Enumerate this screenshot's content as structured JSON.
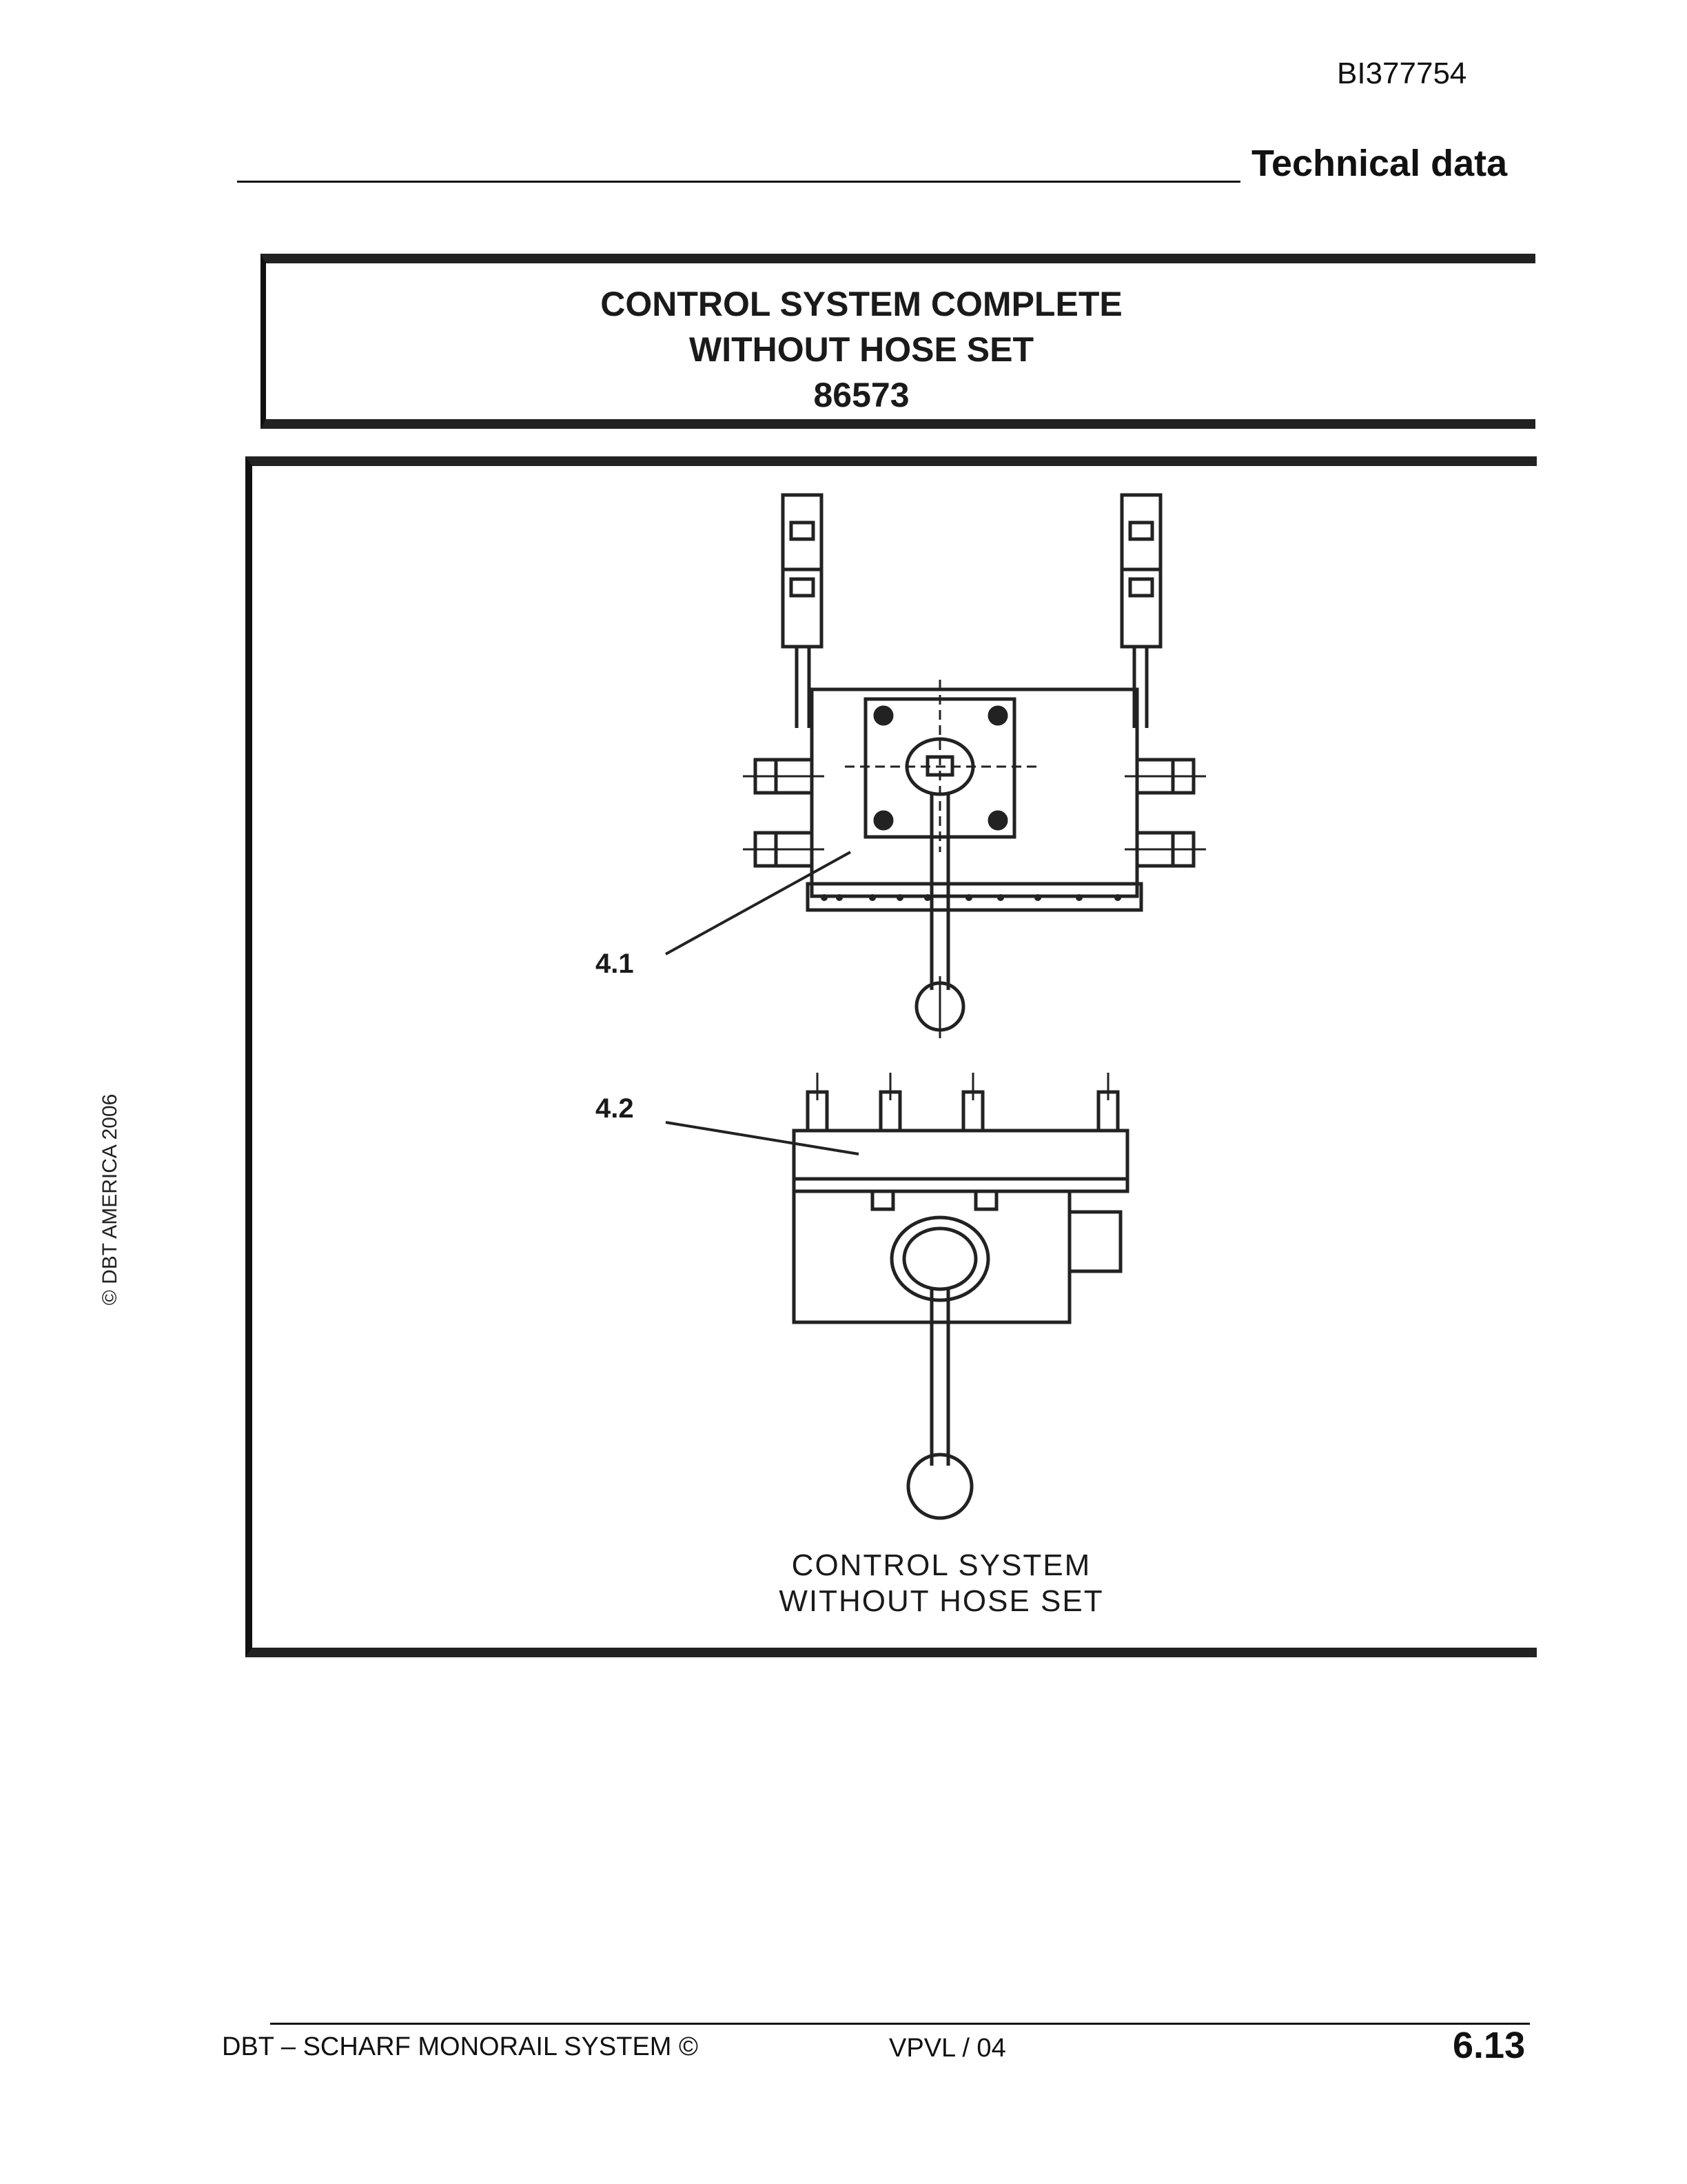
{
  "header": {
    "doc_id": "BI377754",
    "section_title": "Technical data"
  },
  "title_block": {
    "line1": "CONTROL SYSTEM COMPLETE",
    "line2": "WITHOUT HOSE SET",
    "part_number": "86573"
  },
  "figure": {
    "callout_1": "4.1",
    "callout_2": "4.2",
    "caption_line1": "CONTROL SYSTEM",
    "caption_line2": "WITHOUT HOSE SET"
  },
  "side_note": "© DBT AMERICA 2006",
  "footer": {
    "left": "DBT – SCHARF MONORAIL SYSTEM ©",
    "middle": "VPVL / 04",
    "page": "6.13"
  }
}
